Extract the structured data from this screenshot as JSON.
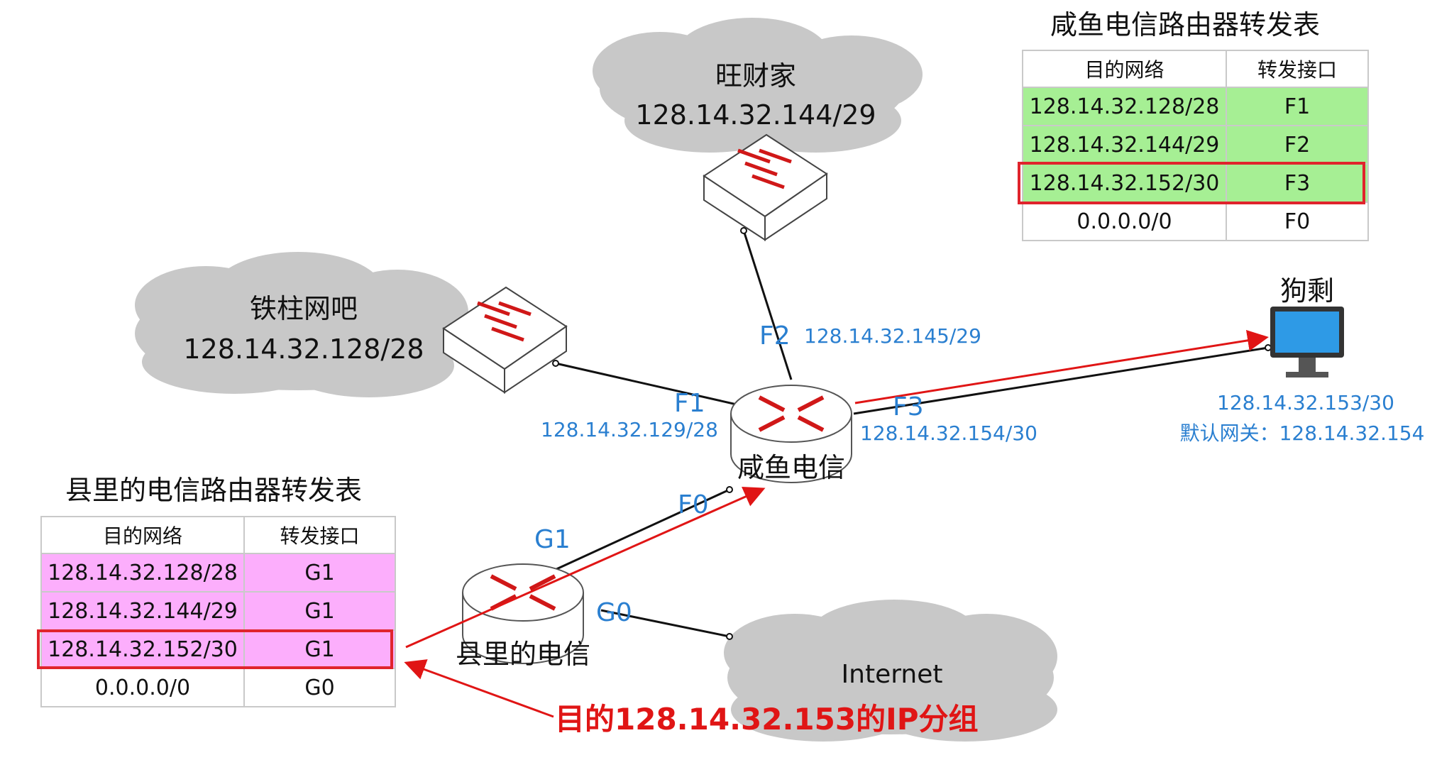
{
  "nodes": {
    "wangcaijia": {
      "name": "旺财家",
      "subnet": "128.14.32.144/29"
    },
    "tiezhu": {
      "name": "铁柱网吧",
      "subnet": "128.14.32.128/28"
    },
    "internet": {
      "name": "Internet"
    },
    "xianyu_router": {
      "name": "咸鱼电信"
    },
    "county_router": {
      "name": "县里的电信"
    },
    "gousheng": {
      "name": "狗剩",
      "ip": "128.14.32.153/30",
      "gateway": "默认网关：128.14.32.154"
    }
  },
  "interfaces": {
    "f1": {
      "name": "F1",
      "ip": "128.14.32.129/28"
    },
    "f2": {
      "name": "F2",
      "ip": "128.14.32.145/29"
    },
    "f3": {
      "name": "F3",
      "ip": "128.14.32.154/30"
    },
    "f0": {
      "name": "F0"
    },
    "g1": {
      "name": "G1"
    },
    "g0": {
      "name": "G0"
    }
  },
  "xianyu_table": {
    "title": "咸鱼电信路由器转发表",
    "headers": [
      "目的网络",
      "转发接口"
    ],
    "rows": [
      [
        "128.14.32.128/28",
        "F1"
      ],
      [
        "128.14.32.144/29",
        "F2"
      ],
      [
        "128.14.32.152/30",
        "F3"
      ],
      [
        "0.0.0.0/0",
        "F0"
      ]
    ],
    "highlight_color": "#a6ef94"
  },
  "county_table": {
    "title": "县里的电信路由器转发表",
    "headers": [
      "目的网络",
      "转发接口"
    ],
    "rows": [
      [
        "128.14.32.128/28",
        "G1"
      ],
      [
        "128.14.32.144/29",
        "G1"
      ],
      [
        "128.14.32.152/30",
        "G1"
      ],
      [
        "0.0.0.0/0",
        "G0"
      ]
    ],
    "highlight_color": "#fcaefc"
  },
  "packet_label": "目的128.14.32.153的IP分组",
  "colors": {
    "interface_blue": "#2a7fd0",
    "arrow_red": "#e01515",
    "cloud_gray": "#c8c8c8"
  }
}
